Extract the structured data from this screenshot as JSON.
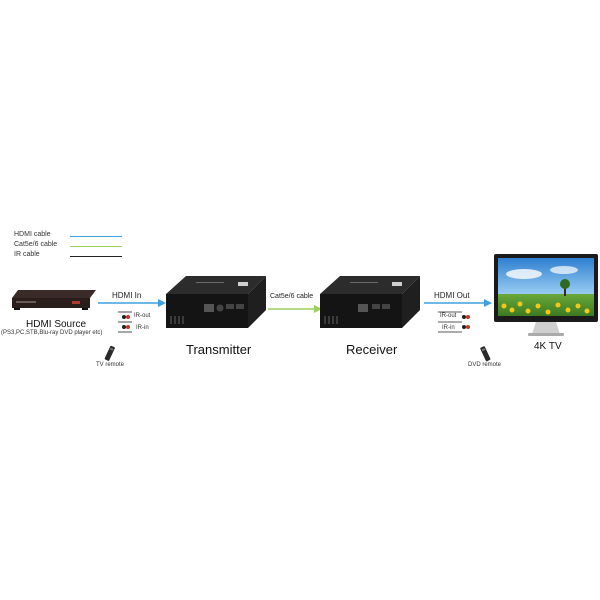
{
  "legend": {
    "items": [
      {
        "label": "HDMI cable",
        "color": "#3fa0e0"
      },
      {
        "label": "Cat5e/6 cable",
        "color": "#9ccf5a"
      },
      {
        "label": "IR cable",
        "color": "#222222"
      }
    ]
  },
  "source": {
    "title": "HDMI Source",
    "subtitle": "(PS3,PC,STB,Blu-ray DVD player etc)",
    "remote_label": "TV remote"
  },
  "link_in": {
    "label": "HDMI In",
    "ir_out": "IR-out",
    "ir_in": "IR-in"
  },
  "transmitter": {
    "label": "Transmitter"
  },
  "link_cat": {
    "label": "Cat5e/6 cable"
  },
  "receiver": {
    "label": "Receiver"
  },
  "link_out": {
    "label": "HDMI Out",
    "ir_out": "IR-out",
    "ir_in": "IR-in"
  },
  "tv": {
    "label": "4K TV",
    "remote_label": "DVD remote"
  }
}
